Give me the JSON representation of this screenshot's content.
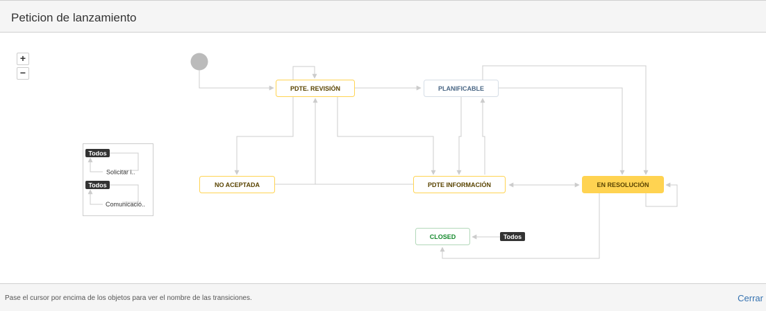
{
  "dialog": {
    "title": "Peticion de lanzamiento",
    "hint": "Pase el cursor por encima de los objetos para ver el nombre de las transiciones.",
    "close_label": "Cerrar"
  },
  "zoom": {
    "in_label": "+",
    "out_label": "−"
  },
  "legend": {
    "items": [
      {
        "badge": "Todos",
        "label": "Solicitar i.."
      },
      {
        "badge": "Todos",
        "label": "Comunicació.."
      }
    ]
  },
  "statuses": {
    "pdte_revision": "PDTE. REVISIÓN",
    "planificable": "PLANIFICABLE",
    "no_aceptada": "NO ACEPTADA",
    "pdte_informacion": "PDTE INFORMACIÓN",
    "en_resolucion": "EN RESOLUCIÓN",
    "closed": "CLOSED"
  },
  "global_badge": "Todos",
  "colors": {
    "todo": "#594300",
    "todo_border": "#ffd351",
    "in_progress": "#4a6785",
    "done": "#14892c",
    "done_border": "#b2d8b9",
    "highlight_fill": "#ffd351",
    "badge_bg": "#333333",
    "line": "#cccccc"
  }
}
